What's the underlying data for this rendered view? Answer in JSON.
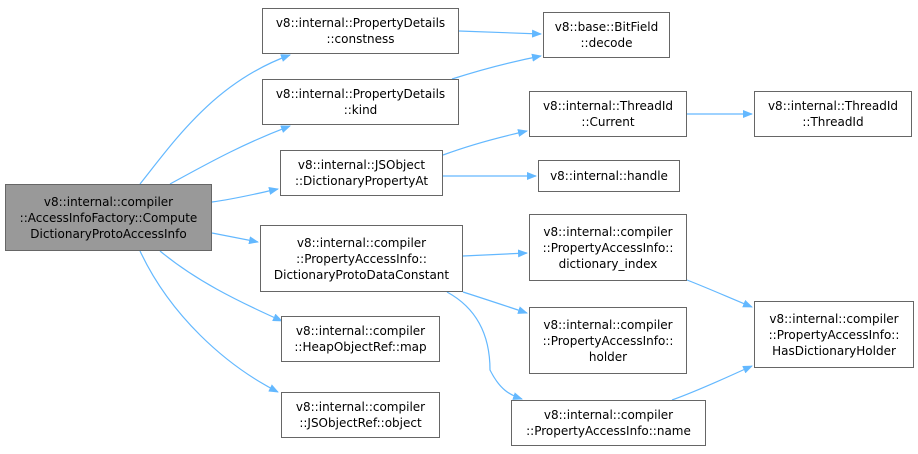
{
  "colors": {
    "edge": "#63b8ff",
    "node_border": "#666666",
    "node_fill": "#ffffff",
    "root_fill": "#999999"
  },
  "nodes": {
    "root": [
      "v8::internal::compiler",
      "::AccessInfoFactory::Compute",
      "DictionaryProtoAccessInfo"
    ],
    "pd_constness": [
      "v8::internal::PropertyDetails",
      "::constness"
    ],
    "pd_kind": [
      "v8::internal::PropertyDetails",
      "::kind"
    ],
    "bitfield_decode": [
      "v8::base::BitField",
      "::decode"
    ],
    "jsobject_dpa": [
      "v8::internal::JSObject",
      "::DictionaryPropertyAt"
    ],
    "threadid_current": [
      "v8::internal::ThreadId",
      "::Current"
    ],
    "threadid_threadid": [
      "v8::internal::ThreadId",
      "::ThreadId"
    ],
    "handle": [
      "v8::internal::handle"
    ],
    "pai_dpdc": [
      "v8::internal::compiler",
      "::PropertyAccessInfo::",
      "DictionaryProtoDataConstant"
    ],
    "pai_dictionary_index": [
      "v8::internal::compiler",
      "::PropertyAccessInfo::",
      "dictionary_index"
    ],
    "pai_holder": [
      "v8::internal::compiler",
      "::PropertyAccessInfo::",
      "holder"
    ],
    "pai_name": [
      "v8::internal::compiler",
      "::PropertyAccessInfo::name"
    ],
    "pai_has_dict_holder": [
      "v8::internal::compiler",
      "::PropertyAccessInfo::",
      "HasDictionaryHolder"
    ],
    "heapobjectref_map": [
      "v8::internal::compiler",
      "::HeapObjectRef::map"
    ],
    "jsobjectref_object": [
      "v8::internal::compiler",
      "::JSObjectRef::object"
    ]
  },
  "edges": [
    [
      "root",
      "pd_constness"
    ],
    [
      "root",
      "pd_kind"
    ],
    [
      "root",
      "jsobject_dpa"
    ],
    [
      "root",
      "pai_dpdc"
    ],
    [
      "root",
      "heapobjectref_map"
    ],
    [
      "root",
      "jsobjectref_object"
    ],
    [
      "pd_constness",
      "bitfield_decode"
    ],
    [
      "pd_kind",
      "bitfield_decode"
    ],
    [
      "jsobject_dpa",
      "threadid_current"
    ],
    [
      "jsobject_dpa",
      "handle"
    ],
    [
      "threadid_current",
      "threadid_threadid"
    ],
    [
      "pai_dpdc",
      "pai_dictionary_index"
    ],
    [
      "pai_dpdc",
      "pai_holder"
    ],
    [
      "pai_dpdc",
      "pai_name"
    ],
    [
      "pai_dictionary_index",
      "pai_has_dict_holder"
    ],
    [
      "pai_name",
      "pai_has_dict_holder"
    ]
  ]
}
